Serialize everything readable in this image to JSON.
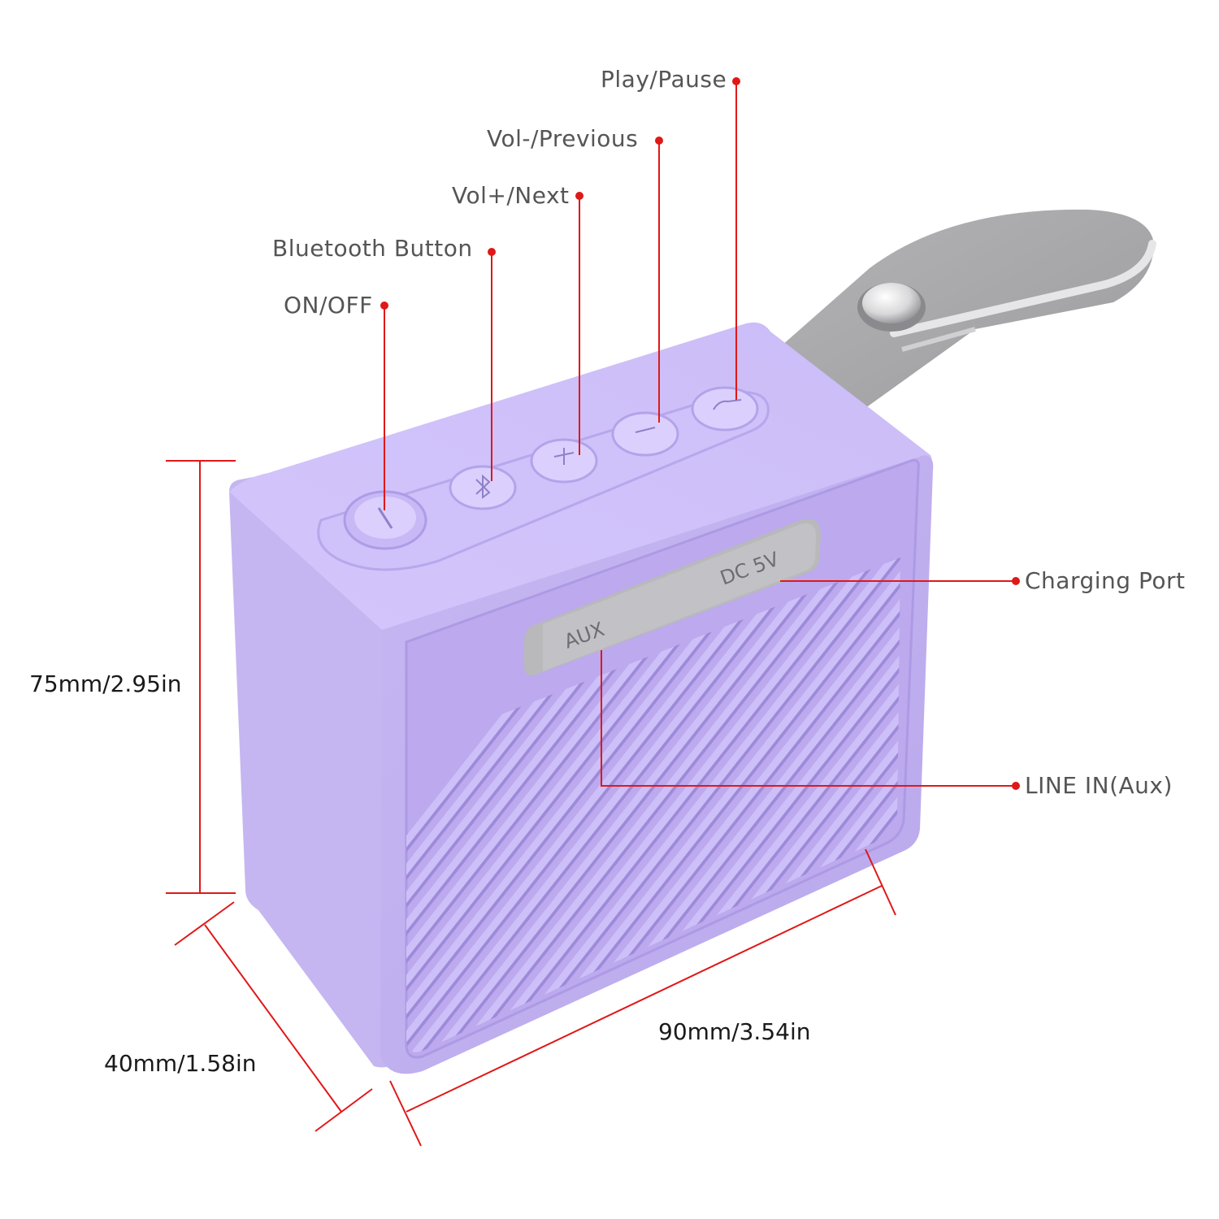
{
  "callouts": {
    "play_pause": "Play/Pause",
    "vol_minus_previous": "Vol-/Previous",
    "vol_plus_next": "Vol+/Next",
    "bluetooth_button": "Bluetooth Button",
    "on_off": "ON/OFF",
    "charging_port": "Charging Port",
    "line_in_aux": "LINE IN(Aux)"
  },
  "port_labels": {
    "dc": "DC 5V",
    "aux": "AUX"
  },
  "dimensions": {
    "height": "75mm/2.95in",
    "width": "90mm/3.54in",
    "depth": "40mm/1.58in"
  },
  "colors": {
    "body": "#c3b3f0",
    "top": "#d2c3fb",
    "grille": "#b6a3ea",
    "strap": "#a9a9ab",
    "callout": "#e01818",
    "label": "#555555"
  }
}
